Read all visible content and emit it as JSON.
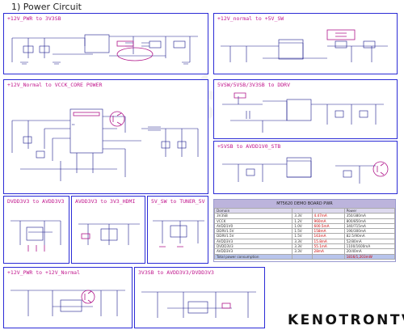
{
  "title": "1) Power Circuit",
  "panels": {
    "p1": "+12V_PWR to 3V3SB",
    "p2": "+12V_normal to +5V_SW",
    "p3": "+12V_Normal to VCCK_CORE POWER",
    "p4": "5VSW/5VSB/3V3SB to DDRV",
    "p5": "+5VSB to AVDD1V0_STB",
    "p6": "DVDD3V3 to AVDD3V3",
    "p7": "AVDD3V3 to 3V3_HDMI",
    "p8": "5V_SW to TUNER_5V",
    "p9": "+12V_PWR to +12V_Normal",
    "p10": "3V3SB to AVDD3V3/DVDD3V3"
  },
  "table": {
    "header": "MT5620 DEMO BOARD PWR",
    "col_head": [
      "Domain",
      "",
      "",
      "Power"
    ],
    "rows": [
      [
        "3V3SB",
        "3.3V",
        "4.47mA",
        "350/380mA"
      ],
      [
        "VCCK",
        "1.2V",
        "960mA",
        "800/850mA"
      ],
      [
        "AVDD1V0",
        "1.0V",
        "600.5mA",
        "340/715mA"
      ],
      [
        "DDRV1.5V",
        "1.5V",
        "158mA",
        "190/300mA"
      ],
      [
        "DDRV1.5V",
        "1.5V",
        "163mA",
        "82.5/90mA"
      ],
      [
        "AVDD3V3",
        "3.3V",
        "15.8mA",
        "52/80mA"
      ],
      [
        "DVDD3V3",
        "3.3V",
        "55.1mA",
        "1100/1600mA"
      ],
      [
        "AVDD3V3",
        "3.3V",
        "28mA",
        "20/40mA"
      ]
    ],
    "total": [
      "Total power consumption",
      "",
      "",
      "1816/1,203mW"
    ]
  },
  "brand": "KENOTRONTV",
  "colors": {
    "panel_border": "#2b2bd6",
    "panel_title": "#c0148c",
    "wire": "#1a1a8c",
    "part": "#b0168a"
  }
}
